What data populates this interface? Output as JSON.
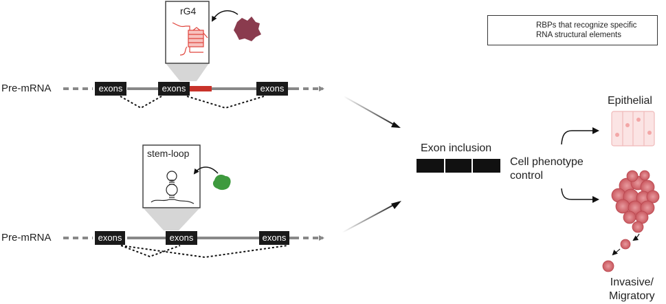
{
  "legend": {
    "line1": "RBPs that recognize specific",
    "line2": "RNA structural elements"
  },
  "top": {
    "premrna_label": "Pre-mRNA",
    "exon_labels": [
      "exons",
      "exons",
      "exons"
    ],
    "callout_title": "rG4"
  },
  "bottom": {
    "premrna_label": "Pre-mRNA",
    "exon_labels": [
      "exons",
      "exons",
      "exons"
    ],
    "callout_title": "stem-loop"
  },
  "center": {
    "title": "Exon inclusion"
  },
  "phenotype": {
    "line1": "Cell phenotype",
    "line2": "control",
    "epithelial": "Epithelial",
    "invasive_line1": "Invasive/",
    "invasive_line2": "Migratory"
  },
  "colors": {
    "rbp_top": "#8a3b4e",
    "rbp_bottom": "#3e9a3e",
    "g4": "#e0443c",
    "exon_marker": "#c8322a",
    "epithelial": "#f4c6c6",
    "tumor": "#d9737a"
  }
}
